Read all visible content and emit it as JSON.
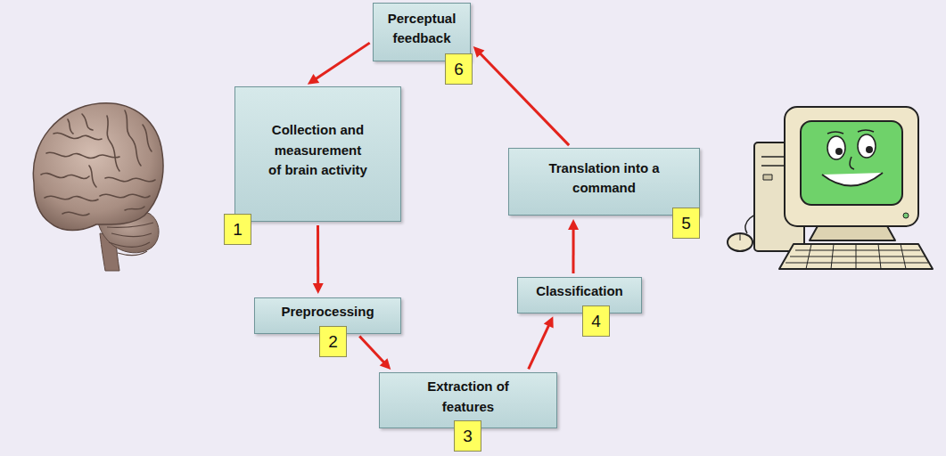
{
  "diagram": {
    "nodes": [
      {
        "text": [
          "Perceptual feedback",
          "6"
        ]
      },
      {
        "text": [
          "Collection and measurement of brain activity",
          "1"
        ]
      },
      {
        "text": [
          "Translation into a command",
          "5"
        ]
      },
      {
        "text": [
          "Preprocessing",
          "2"
        ]
      },
      {
        "text": [
          "Classification",
          "4"
        ]
      },
      {
        "text": [
          "Extraction of features",
          "3"
        ]
      }
    ],
    "edges": [
      {
        "from": 0,
        "to": 1,
        "arrow": "to"
      },
      {
        "from": 1,
        "to": 3,
        "arrow": "to"
      },
      {
        "from": 3,
        "to": 5,
        "arrow": "to"
      },
      {
        "from": 5,
        "to": 4,
        "arrow": "to"
      },
      {
        "from": 4,
        "to": 2,
        "arrow": "to"
      },
      {
        "from": 2,
        "to": 0,
        "arrow": "to"
      }
    ]
  }
}
